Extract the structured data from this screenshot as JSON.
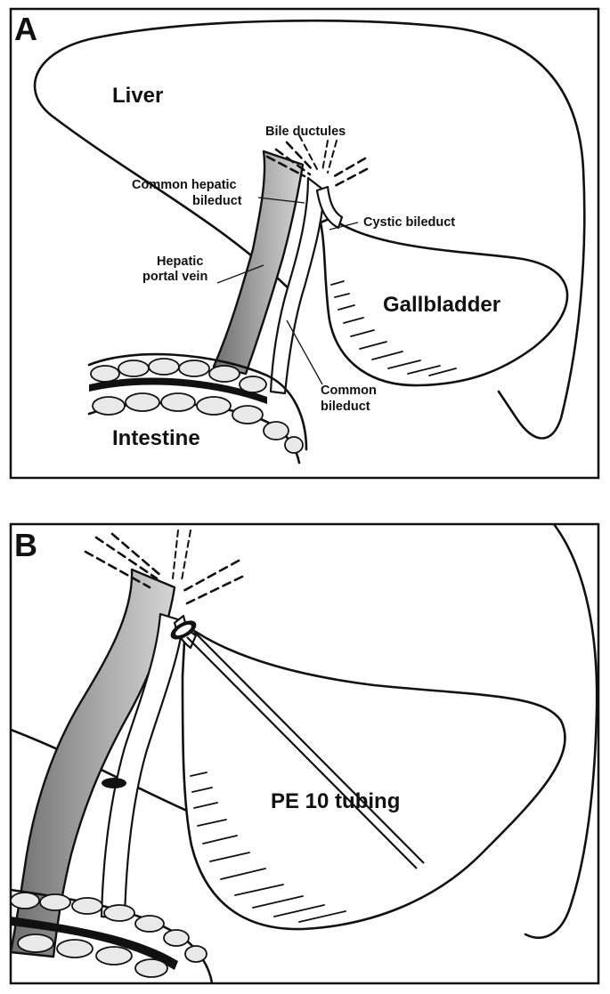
{
  "panels": [
    {
      "letter": "A",
      "labels": {
        "liver": "Liver",
        "bile_ductules": "Bile ductules",
        "common_hepatic_line1": "Common hepatic",
        "common_hepatic_line2": "bileduct",
        "cystic_bileduct": "Cystic bileduct",
        "hepatic_portal_line1": "Hepatic",
        "hepatic_portal_line2": "portal vein",
        "gallbladder": "Gallbladder",
        "common_bileduct_line1": "Common",
        "common_bileduct_line2": "bileduct",
        "intestine": "Intestine"
      }
    },
    {
      "letter": "B",
      "labels": {
        "tubing": "PE 10 tubing"
      }
    }
  ],
  "colors": {
    "line": "#111111",
    "vein_shade": "#8a8a8a",
    "background": "#ffffff"
  }
}
